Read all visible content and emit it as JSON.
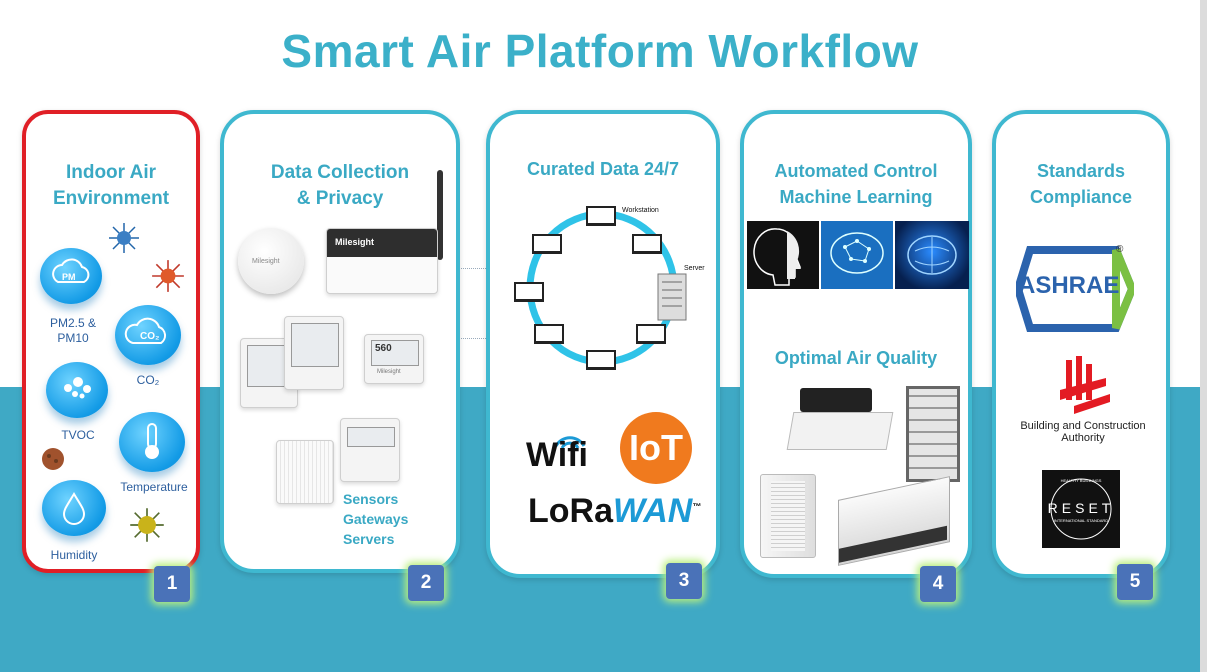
{
  "title": "Smart Air Platform Workflow",
  "steps": [
    {
      "number": "1",
      "title_line1": "Indoor Air",
      "title_line2": "Environment",
      "selected": true,
      "labels": {
        "pm": "PM2.5 &",
        "pm2": "PM10",
        "co2": "CO₂",
        "tvoc": "TVOC",
        "temperature": "Temperature",
        "humidity": "Humidity"
      },
      "icons": {
        "pm": "PM",
        "co2": "CO₂"
      }
    },
    {
      "number": "2",
      "title_line1": "Data Collection",
      "title_line2": "& Privacy",
      "brand": "Milesight",
      "screen_value": "560",
      "list": [
        "Sensors",
        "Gateways",
        "Servers"
      ]
    },
    {
      "number": "3",
      "title_line1": "Curated Data 24/7",
      "workstation": "Workstation",
      "server": "Server",
      "logos": {
        "wifi": "Wifi",
        "iot": "IoT",
        "lora": "LoRa",
        "wan": "WAN",
        "tm": "™"
      }
    },
    {
      "number": "4",
      "title_line1": "Automated Control",
      "title_line2": "Machine Learning",
      "subtitle": "Optimal Air Quality"
    },
    {
      "number": "5",
      "title_line1": "Standards",
      "title_line2": "Compliance",
      "ashrae": "ASHRAE",
      "ashrae_mark": "®",
      "bca": "Building and Construction Authority",
      "reset": "RESET",
      "reset_top": "HEALTHY BUILDINGS",
      "reset_bottom": "INTERNATIONAL STANDARD"
    }
  ],
  "colors": {
    "accent": "#3bb0c9",
    "band": "#3fa9c5",
    "badge": "#4a72b8",
    "selected": "#e01f26",
    "glow": "#b9ee7e",
    "iot": "#f07a1e",
    "wifi_arc": "#1c9ad6",
    "lora": "#111111"
  }
}
